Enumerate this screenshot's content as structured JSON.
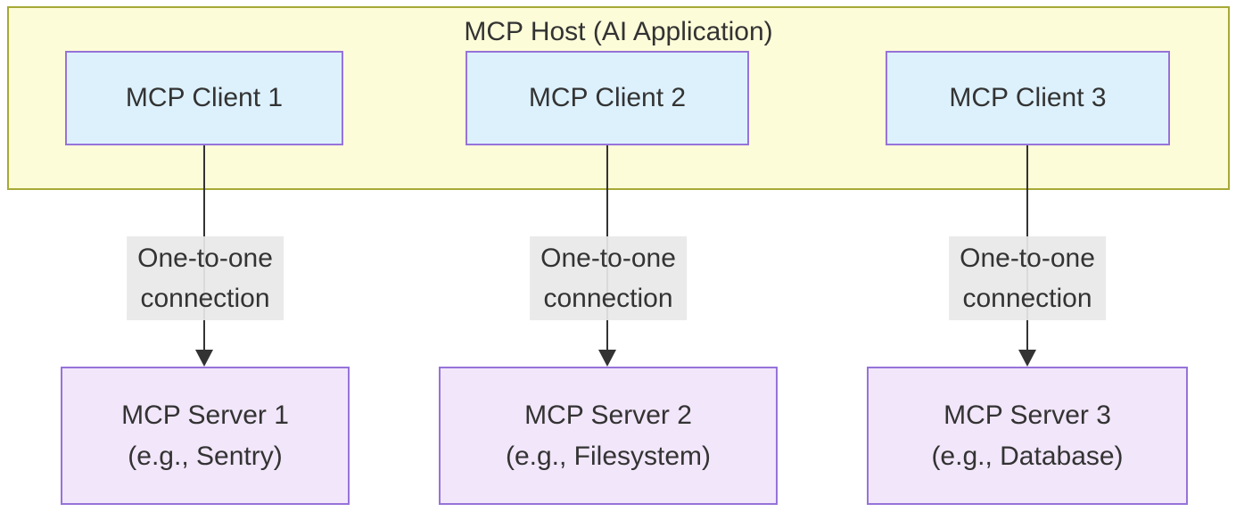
{
  "diagram": {
    "host": {
      "title": "MCP Host (AI Application)"
    },
    "clients": [
      {
        "label": "MCP Client 1"
      },
      {
        "label": "MCP Client 2"
      },
      {
        "label": "MCP Client 3"
      }
    ],
    "edges": [
      {
        "label_line1": "One-to-one",
        "label_line2": "connection"
      },
      {
        "label_line1": "One-to-one",
        "label_line2": "connection"
      },
      {
        "label_line1": "One-to-one",
        "label_line2": "connection"
      }
    ],
    "servers": [
      {
        "line1": "MCP Server 1",
        "line2": "(e.g., Sentry)"
      },
      {
        "line1": "MCP Server 2",
        "line2": "(e.g., Filesystem)"
      },
      {
        "line1": "MCP Server 3",
        "line2": "(e.g., Database)"
      }
    ],
    "colors": {
      "host_fill": "#fdfcd9",
      "host_border": "#a6a936",
      "client_fill": "#ddf1fd",
      "server_fill": "#f2e6fa",
      "node_border": "#9673d9",
      "edge_label_bg": "#e8e8e8",
      "edge_line": "#333333",
      "text": "#333333",
      "background": "#ffffff"
    }
  }
}
